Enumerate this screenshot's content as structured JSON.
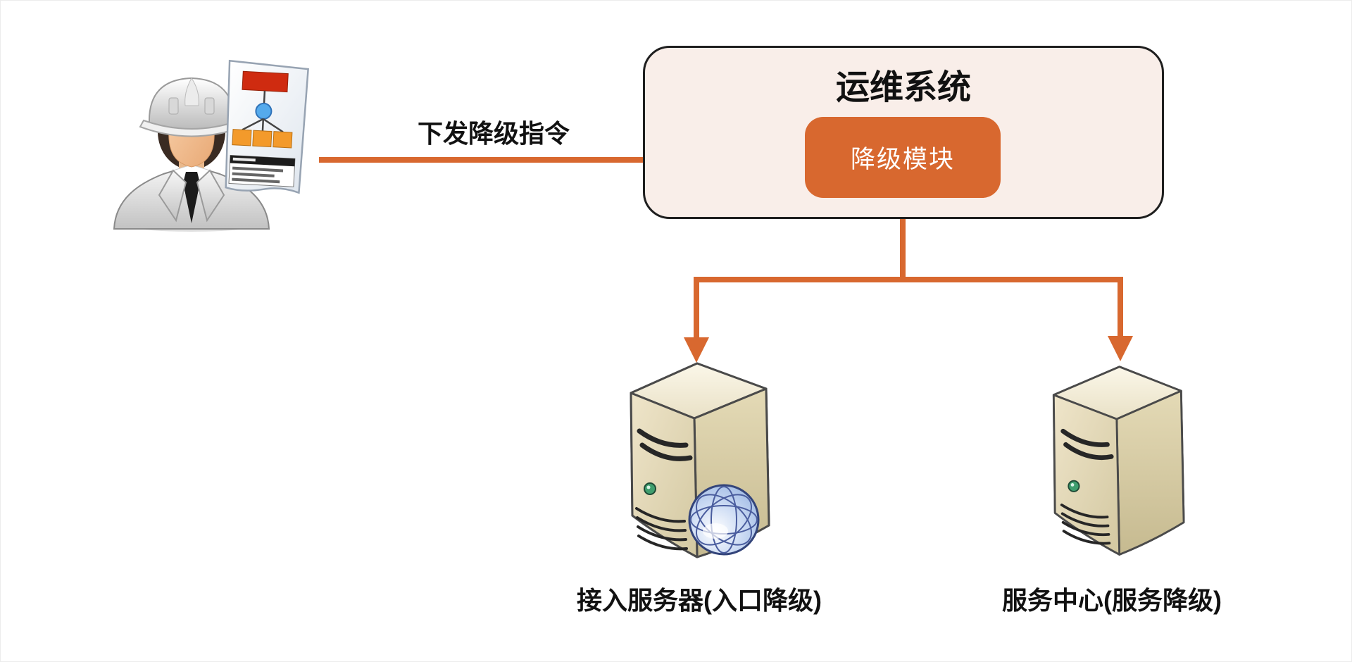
{
  "colors": {
    "accent_orange": "#d8682f",
    "ops_box_fill": "#f9eee9",
    "ops_box_border": "#1f1f1f",
    "text": "#111111"
  },
  "flow": {
    "command_label": "下发降级指令",
    "ops_system": {
      "title": "运维系统",
      "module": "降级模块"
    },
    "targets": [
      {
        "label": "接入服务器(入口降级)",
        "icon": "web-server-icon"
      },
      {
        "label": "服务中心(服务降级)",
        "icon": "server-icon"
      }
    ],
    "actor_icon": "engineer-with-plan-icon"
  }
}
